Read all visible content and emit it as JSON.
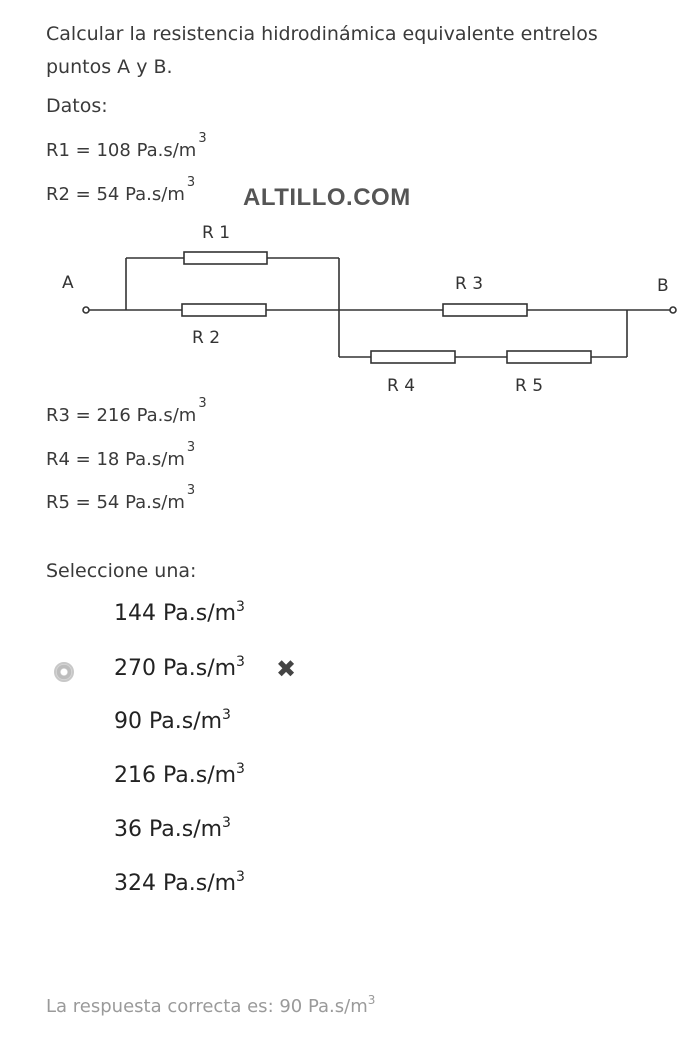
{
  "question": {
    "text": "Calcular la resistencia hidrodinámica equivalente entrelos puntos A y B.",
    "datos_label": "Datos:",
    "values": [
      {
        "label": "R1 = 108 Pa.s/m",
        "exp": "3"
      },
      {
        "label": "R2 = 54 Pa.s/m",
        "exp": "3"
      },
      {
        "label": "R3 = 216 Pa.s/m",
        "exp": "3"
      },
      {
        "label": "R4 = 18 Pa.s/m",
        "exp": "3"
      },
      {
        "label": "R5 = 54 Pa.s/m",
        "exp": "3"
      }
    ]
  },
  "watermark": "ALTILLO.COM",
  "circuit": {
    "node_a": "A",
    "node_b": "B",
    "r1": "R 1",
    "r2": "R 2",
    "r3": "R 3",
    "r4": "R 4",
    "r5": "R 5"
  },
  "answers": {
    "prompt": "Seleccione una:",
    "options": [
      {
        "text": "144 Pa.s/m",
        "exp": "3"
      },
      {
        "text": "270 Pa.s/m",
        "exp": "3"
      },
      {
        "text": "90 Pa.s/m",
        "exp": "3"
      },
      {
        "text": "216 Pa.s/m",
        "exp": "3"
      },
      {
        "text": "36 Pa.s/m",
        "exp": "3"
      },
      {
        "text": "324 Pa.s/m",
        "exp": "3"
      }
    ],
    "selected_index": 1,
    "wrong_mark": "✖"
  },
  "feedback": {
    "text": "La respuesta correcta es: 90 Pa.s/m",
    "exp": "3"
  }
}
